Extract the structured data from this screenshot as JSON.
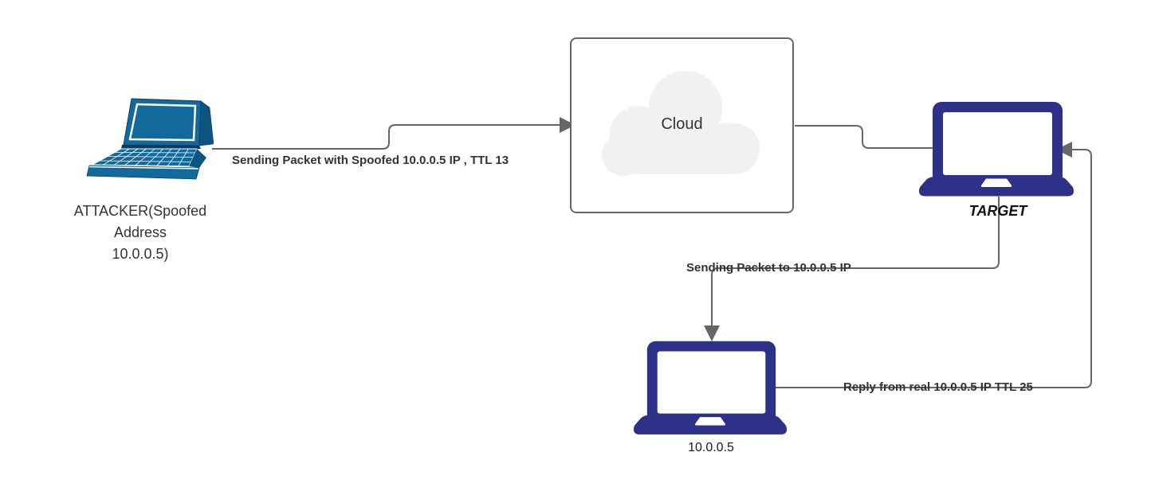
{
  "colors": {
    "connector": "#666666",
    "edge_label": "#333333",
    "node_label": "#333333",
    "target_label": "#111111",
    "laptop_navy": "#2d3288",
    "laptop_teal": "#11699c",
    "laptop_teal_dark": "#0d5580",
    "cloud_fill": "#f1f1f1",
    "box_border": "#666666",
    "canvas_bg": "#ffffff"
  },
  "nodes": {
    "attacker": {
      "label": "ATTACKER(Spoofed\nAddress\n10.0.0.5)"
    },
    "cloud": {
      "label": "Cloud"
    },
    "target": {
      "label": "TARGET"
    },
    "real_host": {
      "label": "10.0.0.5"
    }
  },
  "edges": {
    "attacker_to_cloud": {
      "label": "Sending Packet with Spoofed 10.0.0.5 IP , TTL 13"
    },
    "cloud_to_target": {
      "label": ""
    },
    "target_to_real_host": {
      "label": "Sending Packet to 10.0.0.5 IP"
    },
    "real_host_to_target": {
      "label": "Reply from real 10.0.0.5 IP TTL 25"
    }
  }
}
